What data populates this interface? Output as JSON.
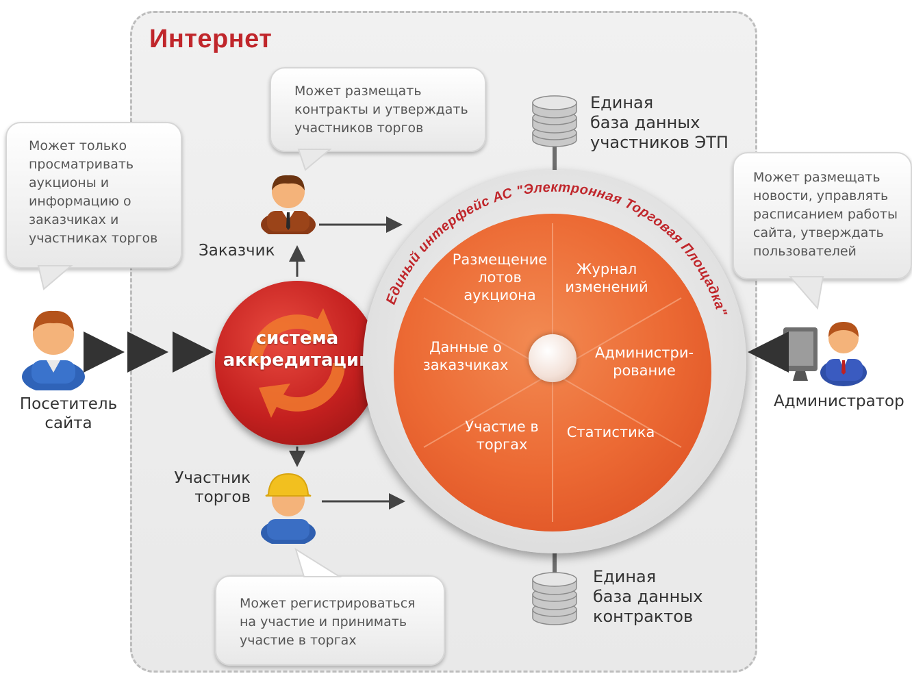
{
  "internet_label": "Интернет",
  "bubbles": {
    "visitor": "Может только\nпросматривать\nаукционы и\nинформацию о\nзаказчиках и\nучастниках торгов",
    "customer": "Может размещать\nконтракты и утверждать\nучастников торгов",
    "admin": "Может размещать\nновости, управлять\nрасписанием работы\nсайта, утверждать\nпользователей",
    "participant": "Может регистрироваться\nна участие и принимать\nучастие в торгах"
  },
  "actors": {
    "visitor": "Посетитель\nсайта",
    "customer": "Заказчик",
    "participant": "Участник\nторгов",
    "admin": "Администратор"
  },
  "accreditation": "система\nаккредитации",
  "platform_title": "Единый интерфейс АС \"Электронная Торговая Площадка\"",
  "sectors": {
    "lots": "Размещение\nлотов\nаукциона",
    "journal": "Журнал\nизменений",
    "customers_data": "Данные о\nзаказчиках",
    "admin": "Администри-\nрование",
    "participation": "Участие в\nторгах",
    "stats": "Статистика"
  },
  "databases": {
    "participants": "Единая\nбаза данных\nучастников ЭТП",
    "contracts": "Единая\nбаза данных\nконтрактов"
  },
  "colors": {
    "accent_red": "#c0262b",
    "core_orange": "#ec6a34",
    "zone_gray": "#ececec"
  }
}
